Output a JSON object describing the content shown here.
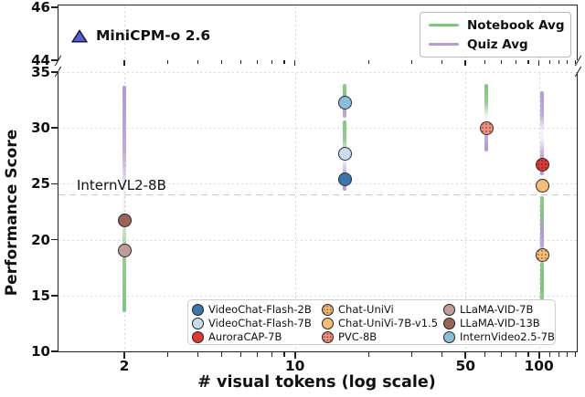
{
  "annotation": {
    "label": "MiniCPM-o 2.6",
    "marker_color": "#5b60c9",
    "marker_edge": "#16164d"
  },
  "avg_legend": [
    {
      "label": "Notebook Avg",
      "color": "#82c57e"
    },
    {
      "label": "Quiz Avg",
      "color": "#b49bd3"
    }
  ],
  "reference_line": {
    "label": "InternVL2-8B",
    "score": 24
  },
  "axes": {
    "xlabel": "# visual tokens (log scale)",
    "ylabel": "Performance Score",
    "x_scale": "log",
    "x_ticks": [
      2,
      10,
      50,
      100
    ],
    "x_minor_ticks": [
      3,
      4,
      5,
      6,
      7,
      8,
      9,
      20,
      30,
      40,
      60,
      70,
      80,
      90,
      110,
      120,
      130,
      140
    ],
    "y_ticks_top": [
      46,
      44
    ],
    "y_ticks_main": [
      35,
      30,
      25,
      20,
      15,
      10
    ],
    "broken_axis": true
  },
  "chart_data": {
    "type": "scatter",
    "title": "",
    "xlabel": "# visual tokens (log scale)",
    "ylabel": "Performance Score",
    "x_scale": "log",
    "ylim_main": [
      10,
      35
    ],
    "ylim_top": [
      44,
      46
    ],
    "grid": true,
    "points": [
      {
        "model": "LLaMA-VID-13B",
        "tokens": 2,
        "score": 21.7,
        "color": "#9c6257",
        "hatch": false
      },
      {
        "model": "LLaMA-VID-7B",
        "tokens": 2,
        "score": 19.0,
        "color": "#bf9e96",
        "hatch": false
      },
      {
        "model": "InternVideo2.5-7B",
        "tokens": 16,
        "score": 32.3,
        "color": "#8cbcdb",
        "hatch": false
      },
      {
        "model": "VideoChat-Flash-7B",
        "tokens": 16,
        "score": 27.7,
        "color": "#c9dcee",
        "hatch": false
      },
      {
        "model": "VideoChat-Flash-2B",
        "tokens": 16,
        "score": 25.4,
        "color": "#3b76ad",
        "hatch": false
      },
      {
        "model": "PVC-8B",
        "tokens": 61,
        "score": 30.0,
        "color": "#f0907f",
        "hatch": true
      },
      {
        "model": "AuroraCAP-7B",
        "tokens": 103,
        "score": 26.7,
        "color": "#d93a34",
        "hatch": true
      },
      {
        "model": "Chat-UniVi-7B-v1.5",
        "tokens": 103,
        "score": 24.8,
        "color": "#f5bd77",
        "hatch": false
      },
      {
        "model": "Chat-UniVi",
        "tokens": 103,
        "score": 18.6,
        "color": "#f5bd77",
        "hatch": true
      }
    ],
    "range_lines": [
      {
        "tokens": 2,
        "top_score": 33.8,
        "bottom_score": 13.5,
        "top_color": "#b49bd3",
        "bottom_color": "#82c57e",
        "fade_middle": true
      },
      {
        "tokens": 16,
        "top_score": 33.9,
        "bottom_score": 30.9,
        "top_color": "#82c57e",
        "bottom_color": "#b49bd3",
        "fade_middle": false
      },
      {
        "tokens": 16,
        "top_score": 30.7,
        "bottom_score": 24.4,
        "top_color": "#82c57e",
        "bottom_color": "#b49bd3",
        "fade_middle": true
      },
      {
        "tokens": 61,
        "top_score": 33.9,
        "bottom_score": 27.9,
        "top_color": "#82c57e",
        "bottom_color": "#b49bd3",
        "fade_middle": true
      },
      {
        "tokens": 103,
        "top_score": 33.3,
        "bottom_score": 25.8,
        "top_color": "#b49bd3",
        "bottom_color": "#b49bd3",
        "fade_middle": true
      },
      {
        "tokens": 103,
        "top_score": 23.9,
        "bottom_score": 19.2,
        "top_color": "#82c57e",
        "bottom_color": "#b49bd3",
        "fade_middle": false
      },
      {
        "tokens": 103,
        "top_score": 18.0,
        "bottom_score": 14.6,
        "top_color": "#82c57e",
        "bottom_color": "#82c57e",
        "fade_middle": false
      }
    ],
    "model_legend": [
      {
        "label": "VideoChat-Flash-2B",
        "color": "#3b76ad",
        "hatch": false
      },
      {
        "label": "VideoChat-Flash-7B",
        "color": "#c9dcee",
        "hatch": false
      },
      {
        "label": "AuroraCAP-7B",
        "color": "#d93a34",
        "hatch": false
      },
      {
        "label": "Chat-UniVi",
        "color": "#f5bd77",
        "hatch": true
      },
      {
        "label": "Chat-UniVi-7B-v1.5",
        "color": "#f5bd77",
        "hatch": false
      },
      {
        "label": "PVC-8B",
        "color": "#f0907f",
        "hatch": true
      },
      {
        "label": "LLaMA-VID-7B",
        "color": "#bf9e96",
        "hatch": false
      },
      {
        "label": "LLaMA-VID-13B",
        "color": "#9c6257",
        "hatch": false
      },
      {
        "label": "InternVideo2.5-7B",
        "color": "#8cbcdb",
        "hatch": false
      }
    ],
    "annotations": [
      {
        "label": "MiniCPM-o 2.6",
        "marker": "triangle",
        "color": "#5b60c9"
      },
      {
        "label": "InternVL2-8B",
        "type": "dashed-reference-line",
        "score": 24
      }
    ],
    "legend_position": {
      "avg_legend": "upper right",
      "model_legend": "lower center"
    }
  }
}
